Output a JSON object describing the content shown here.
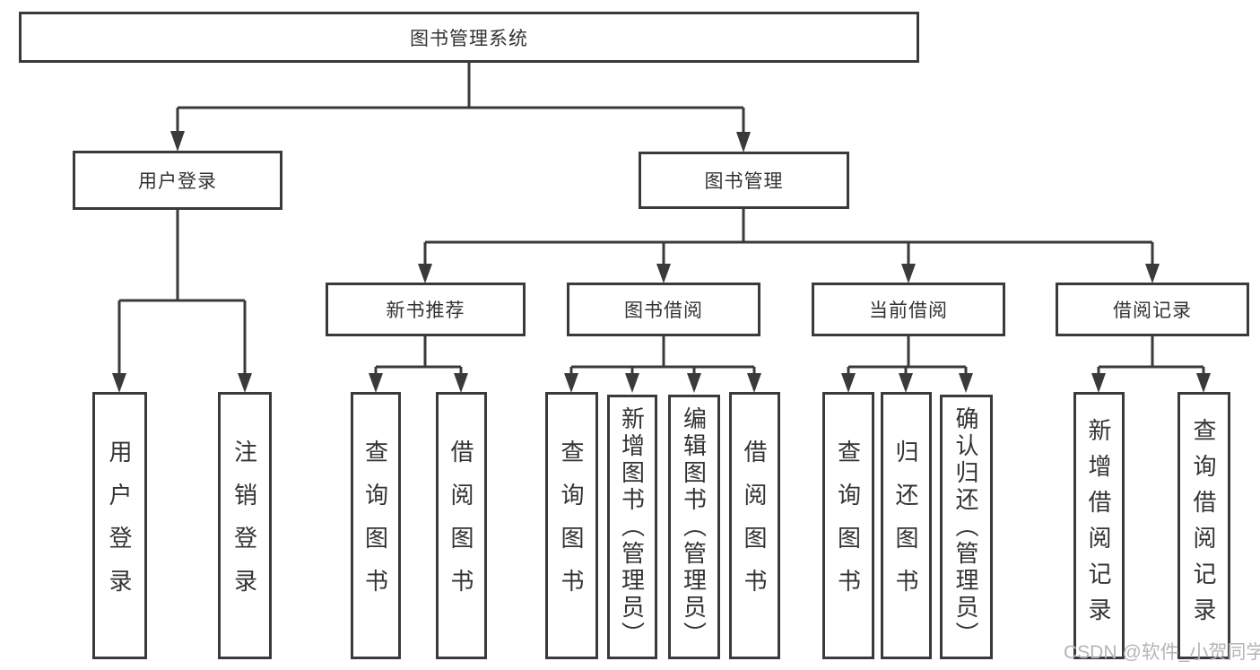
{
  "tree": {
    "root": {
      "label": "图书管理系统"
    },
    "branches": [
      {
        "label": "用户登录",
        "children": [
          {
            "label": "用户登录"
          },
          {
            "label": "注销登录"
          }
        ]
      },
      {
        "label": "图书管理",
        "groups": [
          {
            "label": "新书推荐",
            "children": [
              {
                "label": "查询图书"
              },
              {
                "label": "借阅图书"
              }
            ]
          },
          {
            "label": "图书借阅",
            "children": [
              {
                "label": "查询图书"
              },
              {
                "label": "新增图书（管理员）"
              },
              {
                "label": "编辑图书（管理员）"
              },
              {
                "label": "借阅图书"
              }
            ]
          },
          {
            "label": "当前借阅",
            "children": [
              {
                "label": "查询图书"
              },
              {
                "label": "归还图书"
              },
              {
                "label": "确认归还（管理员）"
              }
            ]
          },
          {
            "label": "借阅记录",
            "children": [
              {
                "label": "新增借阅记录"
              },
              {
                "label": "查询借阅记录"
              }
            ]
          }
        ]
      }
    ]
  },
  "watermark": {
    "text": "CSDN @软件_小贺同学"
  },
  "colors": {
    "line": "#3a3a3a",
    "text": "#333333",
    "watermark": "#b5b5b5",
    "background": "#ffffff"
  }
}
